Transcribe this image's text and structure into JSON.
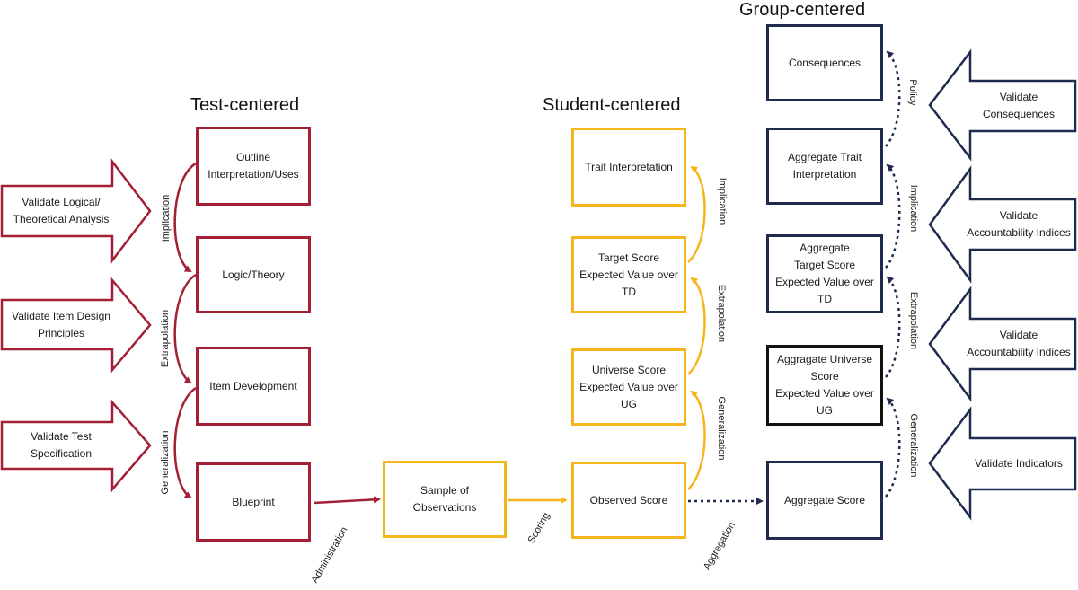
{
  "headings": {
    "test": "Test-centered",
    "student": "Student-centered",
    "group": "Group-centered"
  },
  "colors": {
    "test": "#a31f34",
    "student": "#f5b51c",
    "group": "#1f2a4f"
  },
  "test_nodes": {
    "outline": "Outline\nInterpretation/Uses",
    "logic": "Logic/Theory",
    "item": "Item Development",
    "blueprint": "Blueprint"
  },
  "test_callouts": {
    "logical": "Validate Logical/\nTheoretical Analysis",
    "design": "Validate Item Design\nPrinciples",
    "spec": "Validate Test\nSpecification"
  },
  "test_links": {
    "implication": "Implication",
    "extrapolation": "Extrapolation",
    "generalization": "Generalization"
  },
  "sample_node": "Sample of\nObservations",
  "student_nodes": {
    "trait": "Trait Interpretation",
    "target": "Target Score\nExpected Value over\nTD",
    "universe": "Universe Score\nExpected Value over\nUG",
    "observed": "Observed Score"
  },
  "student_links": {
    "implication": "Implication",
    "extrapolation": "Extrapolation",
    "generalization": "Generalization"
  },
  "group_nodes": {
    "consequences": "Consequences",
    "trait": "Aggregate Trait\nInterpretation",
    "target": "Aggregate\nTarget Score\nExpected Value over\nTD",
    "universe": "Aggragate Universe\nScore\nExpected Value over\nUG",
    "aggregate": "Aggregate Score"
  },
  "group_links": {
    "policy": "Policy",
    "implication": "Implication",
    "extrapolation": "Extrapolation",
    "generalization": "Generalization"
  },
  "group_callouts": {
    "consequences": "Validate\nConsequences",
    "accountability1": "Validate\nAccountability Indices",
    "accountability2": "Validate\nAccountability Indices",
    "indicators": "Validate Indicators"
  },
  "flow_labels": {
    "administration": "Administration",
    "scoring": "Scoring",
    "aggregation": "Aggregation"
  }
}
